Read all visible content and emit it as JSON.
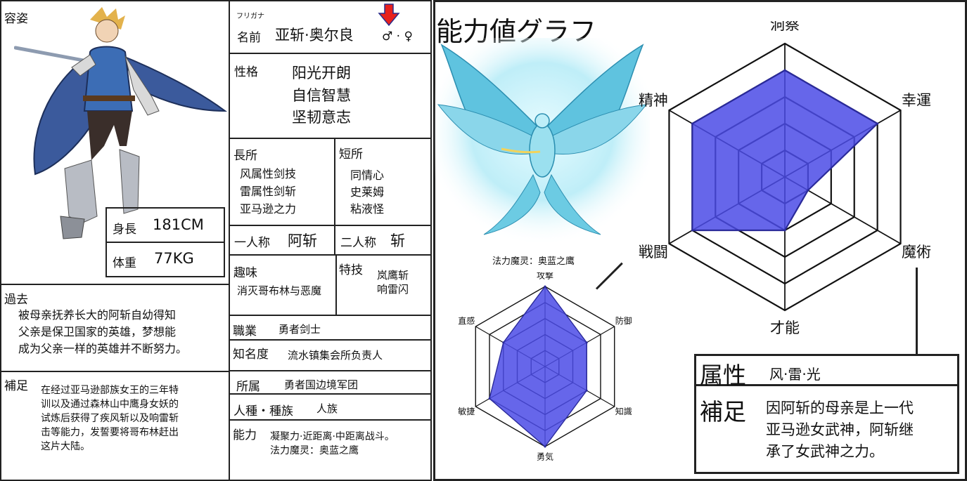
{
  "appearance": {
    "label": "容姿",
    "height_label": "身長",
    "height_value": "181CM",
    "weight_label": "体重",
    "weight_value": "77KG"
  },
  "past": {
    "label": "過去",
    "text": "被母亲抚养长大的阿斩自幼得知\n父亲是保卫国家的英雄，梦想能\n成为父亲一样的英雄并不断努力。"
  },
  "supplement": {
    "label": "補足",
    "text": "在经过亚马逊部族女王的三年特\n训以及通过森林山中鹰身女妖的\n试炼后获得了疾风斩以及响雷斩\n击等能力，发誓要将哥布林赶出\n这片大陆。"
  },
  "profile": {
    "furigana": "フリガナ",
    "name_label": "名前",
    "name_value": "亚斩·奥尔良",
    "gender": "♂ · ♀",
    "personality_label": "性格",
    "personality": [
      "阳光开朗",
      "自信智慧",
      "坚韧意志"
    ],
    "strengths_label": "長所",
    "strengths": [
      "风属性剑技",
      "雷属性剑斩",
      "亚马逊之力"
    ],
    "weaknesses_label": "短所",
    "weaknesses": [
      "同情心",
      "史莱姆",
      "粘液怪"
    ],
    "first_person_label": "一人称",
    "first_person_value": "阿斩",
    "second_person_label": "二人称",
    "second_person_value": "斩",
    "hobby_label": "趣味",
    "hobby_value": "消灭哥布林与恶魔",
    "skill_label": "特技",
    "skills": [
      "岚鹰斩",
      "响雷闪"
    ],
    "occupation_label": "職業",
    "occupation_value": "勇者剑士",
    "fame_label": "知名度",
    "fame_value": "流水镇集会所负责人",
    "affiliation_label": "所属",
    "affiliation_value": "勇者国边境军团",
    "race_label": "人種・種族",
    "race_value": "人族",
    "ability_label": "能力",
    "ability_lines": [
      "凝聚力·近距离·中距离战斗。",
      "法力魔灵：奥蓝之鹰"
    ]
  },
  "right": {
    "title": "能力値グラフ",
    "spirit_caption": "法力魔灵：奥蓝之鹰",
    "attribute_label": "属性",
    "attribute_value": "风·雷·光",
    "right_supplement_label": "補足",
    "right_supplement_lines": [
      "因阿斩的母亲是上一代",
      "亚马逊女武神，阿斩继",
      "承了女武神之力。"
    ]
  },
  "chart_data": [
    {
      "type": "radar",
      "axes": [
        "洞察",
        "幸運",
        "魔術",
        "才能",
        "戦闘",
        "精神"
      ],
      "rings": 5,
      "max": 5,
      "series": [
        {
          "values": [
            4,
            4,
            1,
            2,
            4,
            4
          ]
        }
      ],
      "fill_color": "#4b4be6",
      "stroke_color": "#2a2a9a"
    },
    {
      "type": "radar",
      "axes": [
        "攻撃",
        "防御",
        "知識",
        "勇気",
        "敏捷",
        "直感"
      ],
      "rings": 5,
      "max": 5,
      "series": [
        {
          "values": [
            5,
            3,
            3,
            5,
            4,
            3
          ]
        }
      ],
      "fill_color": "#4b4be6",
      "stroke_color": "#2a2a9a"
    }
  ]
}
